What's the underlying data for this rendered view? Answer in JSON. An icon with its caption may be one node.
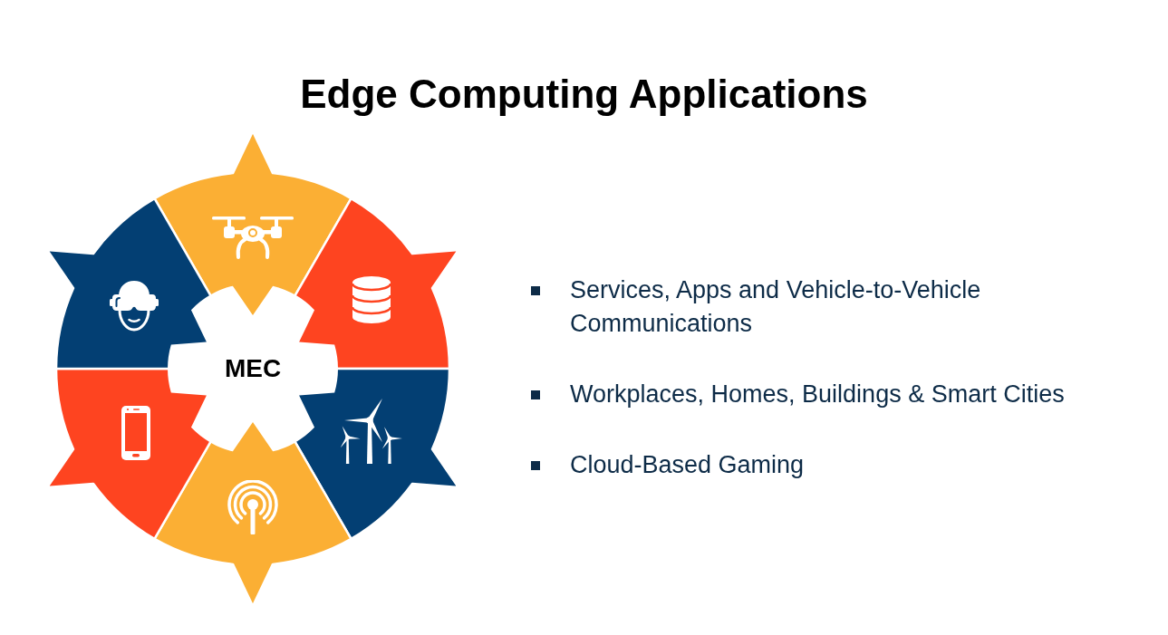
{
  "diagram": {
    "title": "Edge Computing Applications",
    "nodes": [
      {
        "text": [
          "MEC"
        ]
      }
    ],
    "labels": [
      "Services, Apps and Vehicle-to-Vehicle Communications",
      "Workplaces, Homes, Buildings & Smart Cities",
      "Cloud-Based Gaming"
    ]
  }
}
